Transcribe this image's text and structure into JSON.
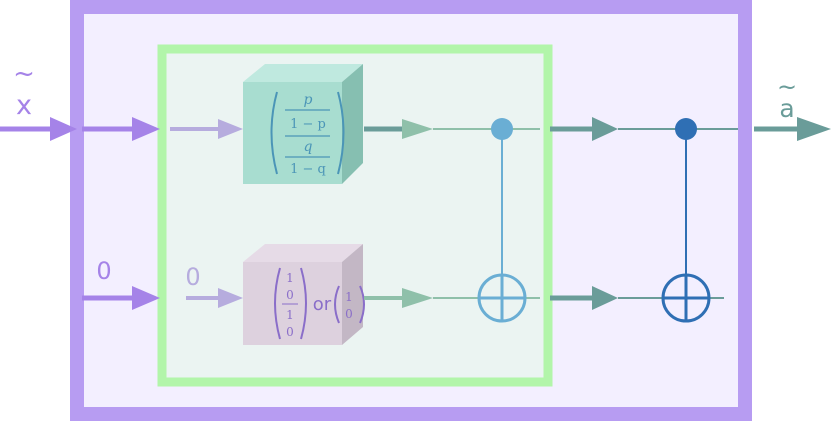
{
  "labels": {
    "input_x": "x",
    "input_x_tilde": "~",
    "input_zero_outer": "0",
    "input_zero_inner": "0",
    "output_a": "a",
    "output_a_tilde": "~"
  },
  "gate_top": {
    "entries": [
      "p",
      "1 − p",
      "q",
      "1 − q"
    ]
  },
  "gate_bottom": {
    "vector_a": [
      "1",
      "0",
      "1",
      "0"
    ],
    "conjunction": "or",
    "vector_b": [
      "1",
      "0"
    ]
  },
  "colors": {
    "outer_border": "#b79cf2",
    "outer_fill": "#f3efff",
    "inner_border": "#b2f5aa",
    "inner_fill": "#ebf4f2",
    "purple_arrow": "#a583e8",
    "light_purple_arrow": "#b6acde",
    "teal_arrow": "#6a9c99",
    "light_teal_arrow": "#8fc0aa",
    "light_blue_cnot": "#6aaed4",
    "dark_blue_cnot": "#2f6fb4",
    "green_box_front": "#a8ddd0",
    "green_box_top": "#bfe9df",
    "green_box_side": "#86bfb1",
    "gray_box_front": "#ddd1de",
    "gray_box_top": "#e6dbe7",
    "gray_box_side": "#c3b7c5",
    "matrix_text_green": "#4b95b7",
    "matrix_text_purple": "#8a6ec9"
  },
  "icons": {
    "control_dot": "filled-circle",
    "target": "circle-plus"
  }
}
